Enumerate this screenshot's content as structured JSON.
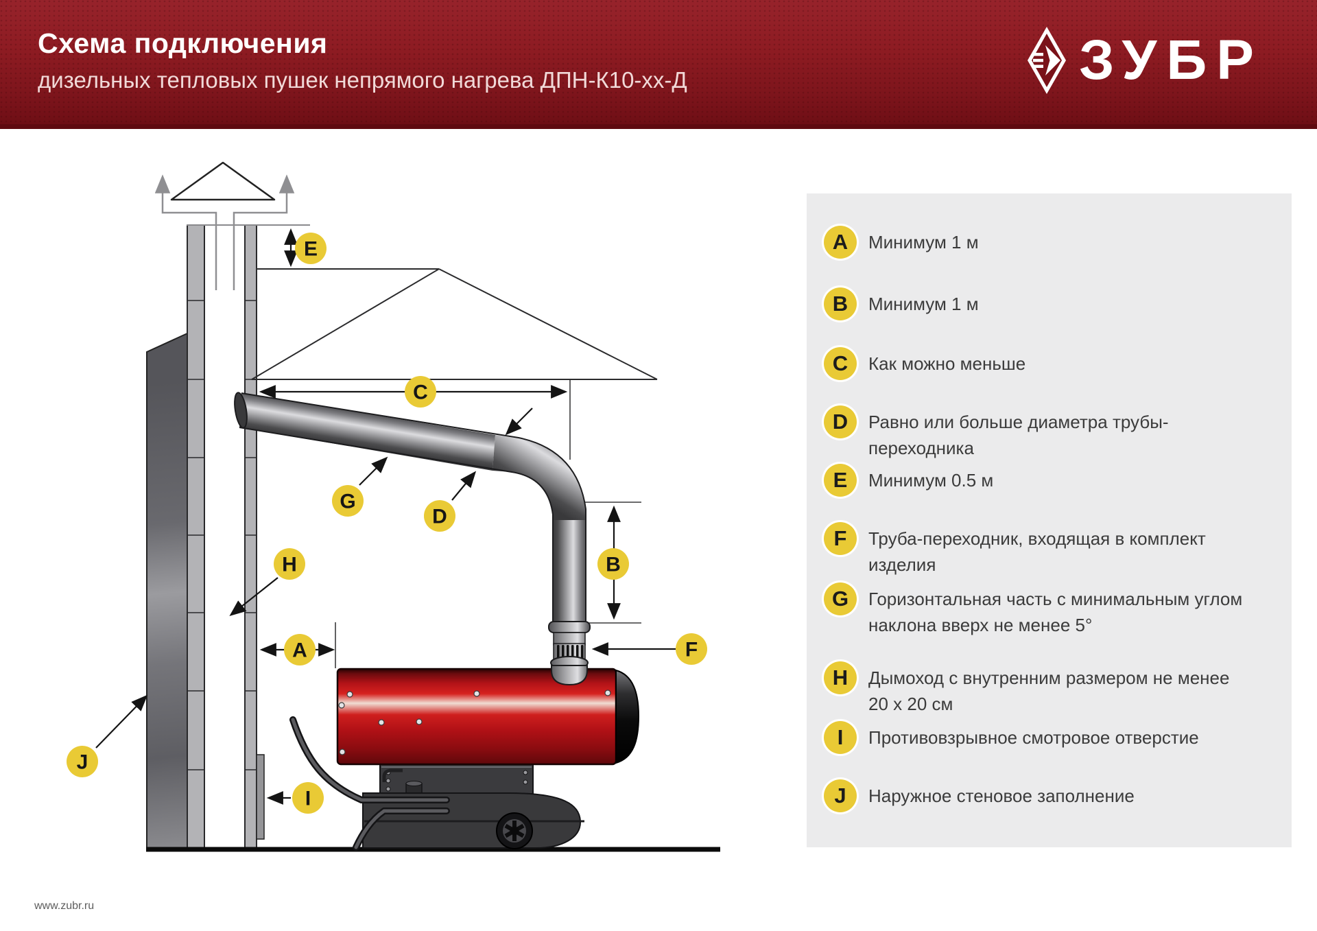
{
  "header": {
    "title": "Схема подключения",
    "subtitle": "дизельных тепловых пушек непрямого нагрева ДПН-К10-хх-Д",
    "logo_text": "ЗУБР"
  },
  "footer": {
    "url": "www.zubr.ru"
  },
  "colors": {
    "header_red": "#8d1b22",
    "accent_yellow": "#e9ca35",
    "panel_gray": "#ebebec",
    "heater_red": "#c41318"
  },
  "legend": {
    "items": [
      {
        "letter": "A",
        "text": "Минимум 1 м"
      },
      {
        "letter": "B",
        "text": "Минимум 1 м"
      },
      {
        "letter": "C",
        "text": "Как можно меньше"
      },
      {
        "letter": "D",
        "text": "Равно или больше диаметра трубы-переходника"
      },
      {
        "letter": "E",
        "text": "Минимум 0.5 м"
      },
      {
        "letter": "F",
        "text": "Труба-переходник, входящая в комплект изделия"
      },
      {
        "letter": "G",
        "text": "Горизонтальная часть с минимальным углом наклона вверх не менее 5°"
      },
      {
        "letter": "H",
        "text": "Дымоход с внутренним размером не менее 20 x 20 см"
      },
      {
        "letter": "I",
        "text": "Противовзрывное смотровое отверстие"
      },
      {
        "letter": "J",
        "text": "Наружное стеновое заполнение"
      }
    ]
  },
  "diagram": {
    "markers": [
      {
        "letter": "A"
      },
      {
        "letter": "B"
      },
      {
        "letter": "C"
      },
      {
        "letter": "D"
      },
      {
        "letter": "E"
      },
      {
        "letter": "F"
      },
      {
        "letter": "G"
      },
      {
        "letter": "H"
      },
      {
        "letter": "I"
      },
      {
        "letter": "J"
      }
    ]
  }
}
